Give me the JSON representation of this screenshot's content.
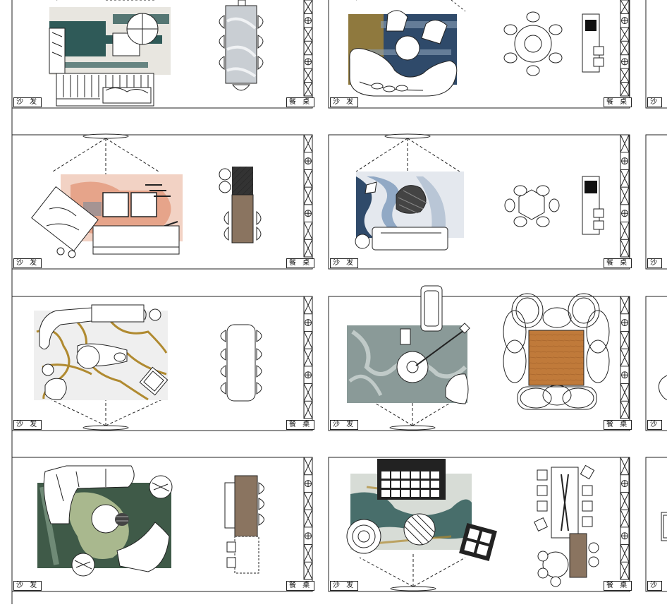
{
  "sheet": {
    "sofa_label": "沙 发",
    "table_label": "餐 桌"
  },
  "panels": [
    {
      "id": "r1c1",
      "sofa": "沙 发",
      "table": "餐 桌"
    },
    {
      "id": "r1c2",
      "sofa": "沙 发",
      "table": "餐 桌"
    },
    {
      "id": "r2c1",
      "sofa": "沙 发",
      "table": "餐 桌"
    },
    {
      "id": "r2c2",
      "sofa": "沙 发",
      "table": "餐 桌"
    },
    {
      "id": "r3c1",
      "sofa": "沙 发",
      "table": "餐 桌"
    },
    {
      "id": "r3c2",
      "sofa": "沙 发",
      "table": "餐 桌"
    },
    {
      "id": "r4c1",
      "sofa": "沙 发",
      "table": "餐 桌"
    },
    {
      "id": "r4c2",
      "sofa": "沙 发",
      "table": "餐 桌"
    },
    {
      "id": "r1c3",
      "sofa": "沙",
      "table": ""
    },
    {
      "id": "r2c3",
      "sofa": "沙",
      "table": ""
    },
    {
      "id": "r3c3",
      "sofa": "沙",
      "table": ""
    },
    {
      "id": "r4c3",
      "sofa": "沙",
      "table": ""
    }
  ],
  "colors": {
    "line": "#222222",
    "teal_rug": "#2f5a58",
    "blue_rug": "#2f4a6a",
    "gold_rug": "#b08a30",
    "wood": "#c07a3a",
    "wood_grey": "#8a7460",
    "marble": "#c9ced3",
    "grey_rug": "#8a9a98",
    "salmon_rug": "#e6a48a",
    "dark_green_rug": "#3f5a48"
  }
}
